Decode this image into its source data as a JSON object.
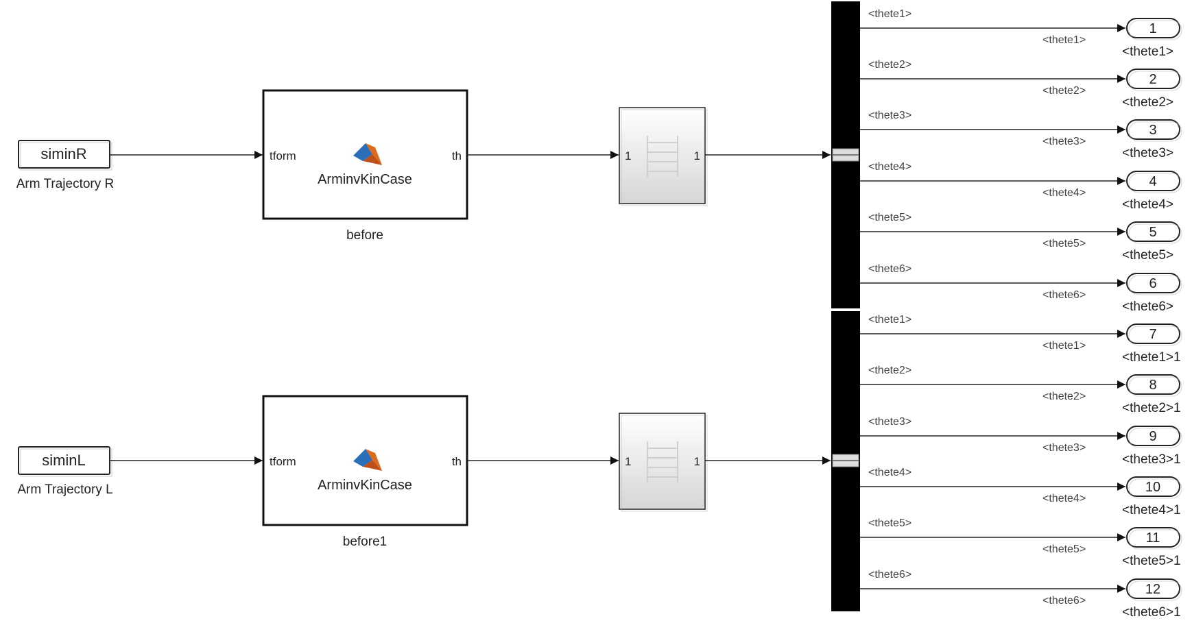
{
  "inputs": [
    {
      "label": "siminR",
      "caption": "Arm Trajectory R"
    },
    {
      "label": "siminL",
      "caption": "Arm Trajectory L"
    }
  ],
  "functions": [
    {
      "name": "ArminvKinCase",
      "in_port": "tform",
      "out_port": "th",
      "caption": "before"
    },
    {
      "name": "ArminvKinCase",
      "in_port": "tform",
      "out_port": "th",
      "caption": "before1"
    }
  ],
  "convert_blocks": [
    {
      "in_port": "1",
      "out_port": "1"
    },
    {
      "in_port": "1",
      "out_port": "1"
    }
  ],
  "outports": [
    {
      "number": "1",
      "label_left": "<thete1>",
      "label_right": "<thete1>",
      "caption": "<thete1>"
    },
    {
      "number": "2",
      "label_left": "<thete2>",
      "label_right": "<thete2>",
      "caption": "<thete2>"
    },
    {
      "number": "3",
      "label_left": "<thete3>",
      "label_right": "<thete3>",
      "caption": "<thete3>"
    },
    {
      "number": "4",
      "label_left": "<thete4>",
      "label_right": "<thete4>",
      "caption": "<thete4>"
    },
    {
      "number": "5",
      "label_left": "<thete5>",
      "label_right": "<thete5>",
      "caption": "<thete5>"
    },
    {
      "number": "6",
      "label_left": "<thete6>",
      "label_right": "<thete6>",
      "caption": "<thete6>"
    },
    {
      "number": "7",
      "label_left": "<thete1>",
      "label_right": "<thete1>",
      "caption": "<thete1>1"
    },
    {
      "number": "8",
      "label_left": "<thete2>",
      "label_right": "<thete2>",
      "caption": "<thete2>1"
    },
    {
      "number": "9",
      "label_left": "<thete3>",
      "label_right": "<thete3>",
      "caption": "<thete3>1"
    },
    {
      "number": "10",
      "label_left": "<thete4>",
      "label_right": "<thete4>",
      "caption": "<thete4>1"
    },
    {
      "number": "11",
      "label_left": "<thete5>",
      "label_right": "<thete5>",
      "caption": "<thete5>1"
    },
    {
      "number": "12",
      "label_left": "<thete6>",
      "label_right": "<thete6>",
      "caption": "<thete6>1"
    }
  ],
  "colors": {
    "line": "#222222",
    "bus": "#000000",
    "matlab_orange": "#e06a1c",
    "matlab_blue": "#2a6fb8"
  }
}
